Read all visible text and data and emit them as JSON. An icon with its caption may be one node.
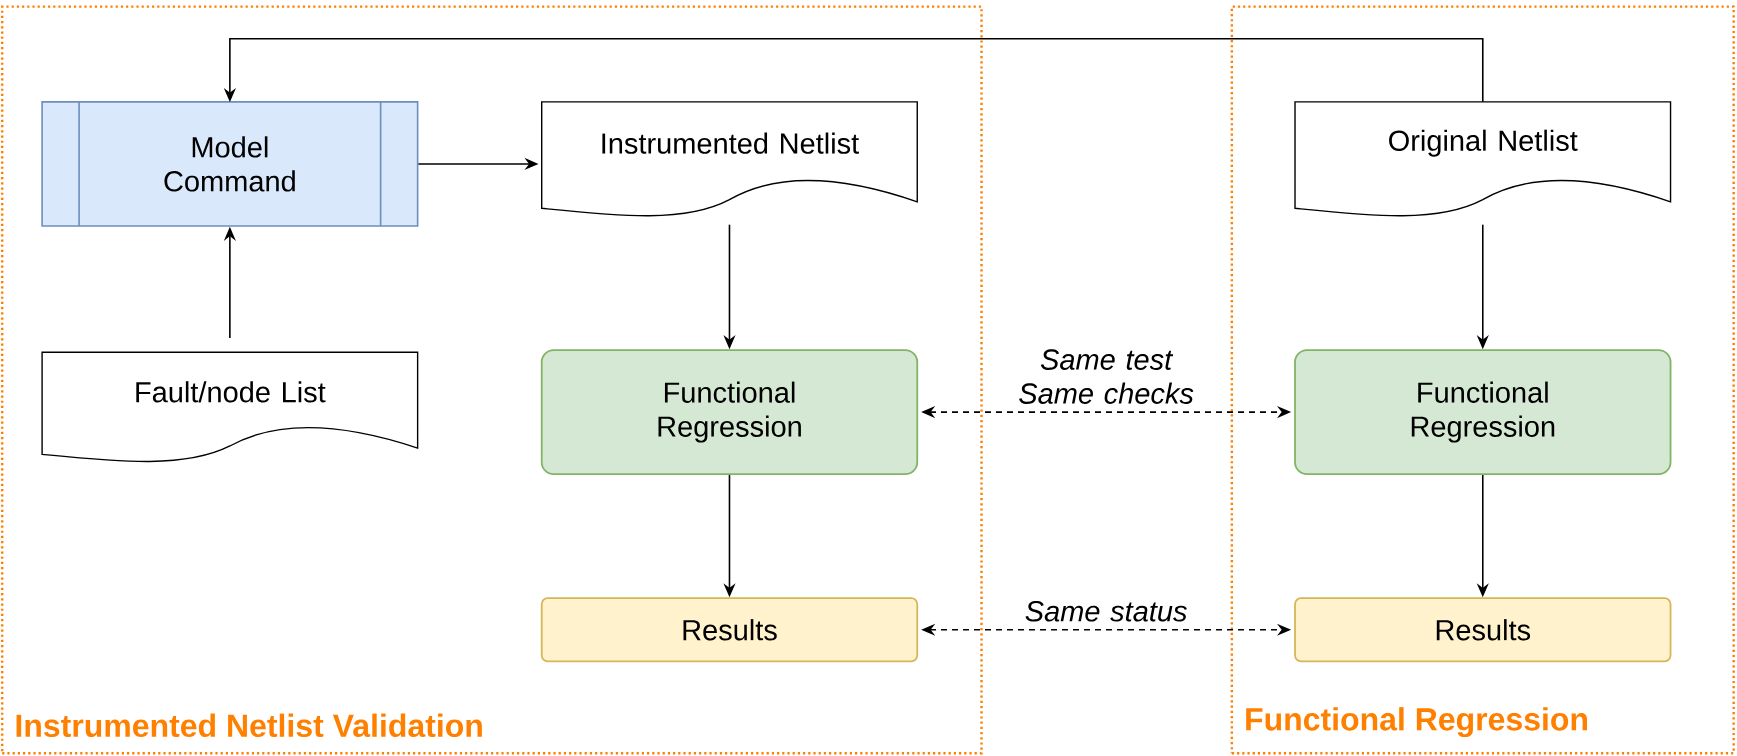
{
  "diagram": {
    "nodes": [
      {
        "text": [
          "Instrumented Netlist Validation"
        ]
      },
      {
        "text": [
          "Functional Regression"
        ]
      },
      {
        "text": [
          "Model Command"
        ],
        "in": 0
      },
      {
        "text": [
          "Instrumented Netlist"
        ],
        "in": 0
      },
      {
        "text": [
          "Fault/node List"
        ],
        "in": 0
      },
      {
        "text": [
          "Functional Regression"
        ],
        "in": 0
      },
      {
        "text": [
          "Results"
        ],
        "in": 0
      },
      {
        "text": [
          "Original Netlist"
        ],
        "in": 1
      },
      {
        "text": [
          "Functional Regression"
        ],
        "in": 1
      },
      {
        "text": [
          "Results"
        ],
        "in": 1
      }
    ],
    "edges": [
      {
        "from": 7,
        "to": 2,
        "arrow": "to"
      },
      {
        "from": 4,
        "to": 2,
        "arrow": "to"
      },
      {
        "from": 2,
        "to": 3,
        "arrow": "to"
      },
      {
        "from": 3,
        "to": 5,
        "arrow": "to"
      },
      {
        "from": 5,
        "to": 6,
        "arrow": "to"
      },
      {
        "from": 7,
        "to": 8,
        "arrow": "to"
      },
      {
        "from": 8,
        "to": 9,
        "arrow": "to"
      },
      {
        "from": 5,
        "to": 8,
        "arrow": "both",
        "style": "dashed",
        "label": "Same test Same checks"
      },
      {
        "from": 6,
        "to": 9,
        "arrow": "both",
        "style": "dashed",
        "label": "Same status"
      }
    ]
  }
}
